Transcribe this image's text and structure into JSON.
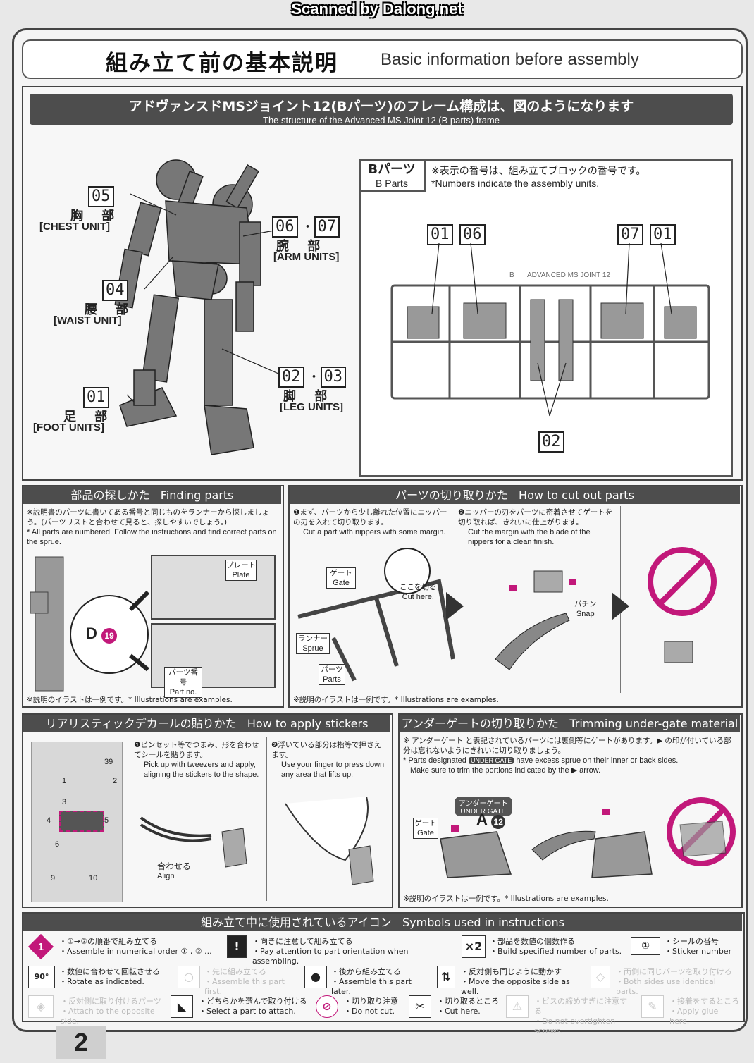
{
  "watermark": "Scanned by Dalong.net",
  "header": {
    "title_jp": "組み立て前の基本説明",
    "title_en": "Basic information before assembly"
  },
  "frame_section": {
    "title_jp": "アドヴァンスドMSジョイント12(Bパーツ)のフレーム構成は、図のようになります",
    "title_en": "The structure of the Advanced MS Joint 12 (B parts) frame",
    "units": [
      {
        "nums": [
          "05"
        ],
        "jp": "胸 部",
        "en": "[CHEST UNIT]"
      },
      {
        "nums": [
          "06",
          "07"
        ],
        "jp": "腕 部",
        "en": "[ARM UNITS]"
      },
      {
        "nums": [
          "04"
        ],
        "jp": "腰 部",
        "en": "[WAIST UNIT]"
      },
      {
        "nums": [
          "02",
          "03"
        ],
        "jp": "脚 部",
        "en": "[LEG UNITS]"
      },
      {
        "nums": [
          "01"
        ],
        "jp": "足 部",
        "en": "[FOOT UNITS]"
      }
    ],
    "bparts": {
      "label_jp": "Bパーツ",
      "label_en": "B Parts",
      "note_jp": "※表示の番号は、組み立てブロックの番号です。",
      "note_en": "*Numbers indicate the assembly units.",
      "runner_text": "ADVANCED MS JOINT 12",
      "runner_code": "B",
      "top_nums": [
        "01",
        "06",
        "07",
        "01"
      ],
      "bottom_num": "02"
    }
  },
  "finding": {
    "title_jp": "部品の探しかた",
    "title_en": "Finding parts",
    "note_jp": "※説明書のパーツに書いてある番号と同じものをランナーから探しましょう。(パーツリストと合わせて見ると、探しやすいでしょう。)",
    "note_en": "* All parts are numbered. Follow the instructions and find correct parts on the sprue.",
    "plate_jp": "プレート",
    "plate_en": "Plate",
    "partno_jp": "パーツ番号",
    "partno_en": "Part no.",
    "callout": "D",
    "callout_num": "19",
    "footer": "※説明のイラストは一例です。* Illustrations are examples."
  },
  "cutting": {
    "title_jp": "パーツの切り取りかた",
    "title_en": "How to cut out parts",
    "step1_jp": "まず、パーツから少し離れた位置にニッパーの刃を入れて切り取ります。",
    "step1_en": "Cut a part with nippers with some margin.",
    "step2_jp": "ニッパーの刃をパーツに密着させてゲートを切り取れば、きれいに仕上がります。",
    "step2_en": "Cut the margin with the blade of the nippers for a clean finish.",
    "gate_jp": "ゲート",
    "gate_en": "Gate",
    "runner_jp": "ランナー",
    "runner_en": "Sprue",
    "parts_jp": "パーツ",
    "parts_en": "Parts",
    "cuthere_jp": "ここを切る",
    "cuthere_en": "Cut here.",
    "snap_jp": "パチン",
    "snap_en": "Snap",
    "footer": "※説明のイラストは一例です。* Illustrations are examples."
  },
  "stickers": {
    "title_jp": "リアリスティックデカールの貼りかた",
    "title_en": "How to apply stickers",
    "step1_jp": "ピンセット等でつまみ、形を合わせてシールを貼ります。",
    "step1_en": "Pick up with tweezers and apply, aligning the stickers to the shape.",
    "step2_jp": "浮いている部分は指等で押さえます。",
    "step2_en": "Use your finger to press down any area that lifts up.",
    "align_jp": "合わせる",
    "align_en": "Align",
    "sheet_nums": [
      "1",
      "2",
      "3",
      "4",
      "5",
      "6",
      "9",
      "10",
      "39"
    ]
  },
  "undergate": {
    "title_jp": "アンダーゲートの切り取りかた",
    "title_en": "Trimming under-gate material",
    "note_jp": "※ アンダーゲート と表記されているパーツには裏側等にゲートがあります。▶ の印が付いている部分は忘れないようにきれいに切り取りましょう。",
    "note_en1": "* Parts designated",
    "note_tag": "UNDER GATE",
    "note_en2": "have excess sprue on their inner or back sides.",
    "note_en3": "Make sure to trim the portions indicated by the ▶ arrow.",
    "label_jp": "アンダーゲート",
    "label_en": "UNDER GATE",
    "gate_jp": "ゲート",
    "gate_en": "Gate",
    "part": "A",
    "part_num": "12",
    "footer": "※説明のイラストは一例です。* Illustrations are examples."
  },
  "symbols": {
    "title_jp": "組み立て中に使用されているアイコン",
    "title_en": "Symbols used in instructions",
    "items": [
      {
        "icon": "1",
        "jp": "・①→②の順番で組み立てる",
        "en": "・Assemble in numerical order ① , ② ...",
        "faded": false
      },
      {
        "icon": "!",
        "jp": "・向きに注意して組み立てる",
        "en": "・Pay attention to part orientation when assembling.",
        "faded": false
      },
      {
        "icon": "×2",
        "jp": "・部品を数値の個数作る",
        "en": "・Build specified number of parts.",
        "faded": false
      },
      {
        "icon": "①",
        "jp": "・シールの番号",
        "en": "・Sticker number",
        "faded": false
      },
      {
        "icon": "90°",
        "jp": "・数値に合わせて回転させる",
        "en": "・Rotate as indicated.",
        "faded": false
      },
      {
        "icon": "○",
        "jp": "・先に組み立てる",
        "en": "・Assemble this part first.",
        "faded": true
      },
      {
        "icon": "●",
        "jp": "・後から組み立てる",
        "en": "・Assemble this part later.",
        "faded": false
      },
      {
        "icon": "⇅",
        "jp": "・反対側も同じように動かす",
        "en": "・Move the opposite side as well.",
        "faded": false
      },
      {
        "icon": "◇",
        "jp": "・両側に同じパーツを取り付ける",
        "en": "・Both sides use identical parts.",
        "faded": true
      },
      {
        "icon": "◈",
        "jp": "・反対側に取り付けるパーツ",
        "en": "・Attach to the opposite side.",
        "faded": true
      },
      {
        "icon": "◣",
        "jp": "・どちらかを選んで取り付ける",
        "en": "・Select a part to attach.",
        "faded": false
      },
      {
        "icon": "⊘",
        "jp": "・切り取り注意",
        "en": "・Do not cut.",
        "faded": false
      },
      {
        "icon": "✂",
        "jp": "・切り取るところ",
        "en": "・Cut here.",
        "faded": false
      },
      {
        "icon": "⚠",
        "jp": "・ビスの締めすぎに注意する",
        "en": "・Do not overtighten screws.",
        "faded": true
      },
      {
        "icon": "✎",
        "jp": "・接着をするところ",
        "en": "・Apply glue here.",
        "faded": true
      }
    ]
  },
  "page_number": "2"
}
